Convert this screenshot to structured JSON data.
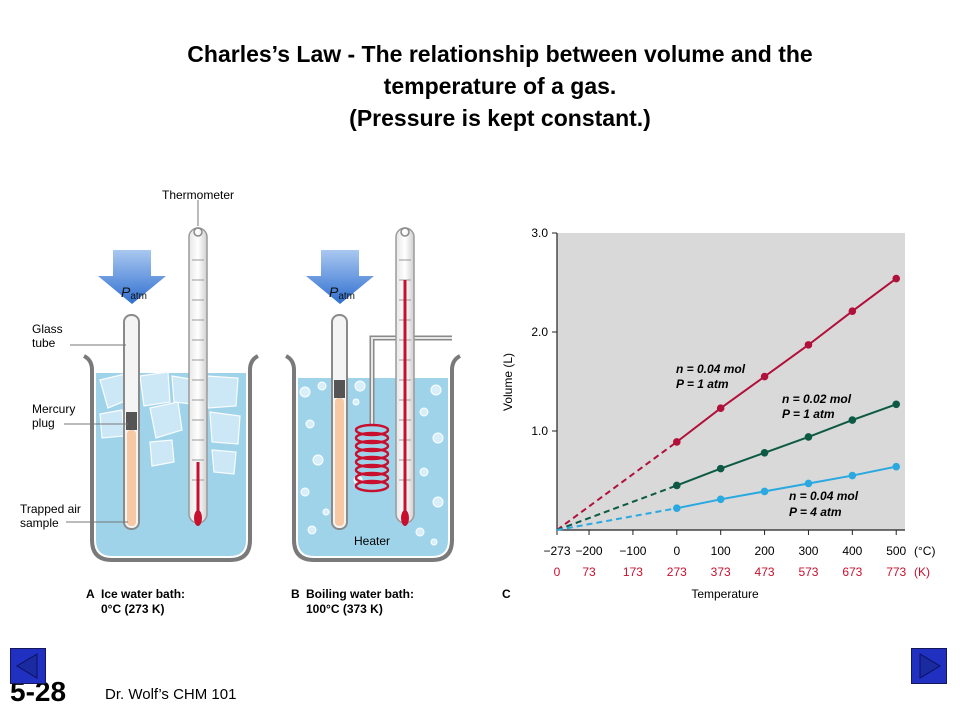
{
  "title": {
    "line1": "Charles’s Law - The relationship between volume and the",
    "line2": "temperature of a gas.",
    "line3": "(Pressure is kept constant.)"
  },
  "diagram": {
    "thermometer": "Thermometer",
    "patm": "P",
    "patm_sub": "atm",
    "glass_tube": [
      "Glass",
      "tube"
    ],
    "mercury_plug": [
      "Mercury",
      "plug"
    ],
    "trapped_air": [
      "Trapped air",
      "sample"
    ],
    "heater": "Heater",
    "caption_a_letter": "A",
    "caption_a": [
      "Ice water bath:",
      "0°C (273 K)"
    ],
    "caption_b_letter": "B",
    "caption_b": [
      "Boiling water bath:",
      "100°C (373 K)"
    ],
    "caption_c_letter": "C"
  },
  "chart_data": {
    "type": "line",
    "title": "",
    "xlabel": "Temperature",
    "ylabel": "Volume (L)",
    "x_ticks_celsius": [
      "−273",
      "−200",
      "−100",
      "0",
      "100",
      "200",
      "300",
      "400",
      "500"
    ],
    "x_ticks_kelvin": [
      "0",
      "73",
      "173",
      "273",
      "373",
      "473",
      "573",
      "673",
      "773"
    ],
    "x_unit_celsius": "(°C)",
    "x_unit_kelvin": "(K)",
    "y_ticks": [
      "1.0",
      "2.0",
      "3.0"
    ],
    "xlim": [
      -273,
      520
    ],
    "ylim": [
      0,
      3.0
    ],
    "x": [
      0,
      100,
      200,
      300,
      400,
      500
    ],
    "series": [
      {
        "name_n": "n = 0.04 mol",
        "name_p": "P = 1 atm",
        "color": "#b0103a",
        "values": [
          0.89,
          1.23,
          1.55,
          1.87,
          2.21,
          2.54
        ]
      },
      {
        "name_n": "n = 0.02 mol",
        "name_p": "P = 1 atm",
        "color": "#0d5a44",
        "values": [
          0.45,
          0.62,
          0.78,
          0.94,
          1.11,
          1.27
        ]
      },
      {
        "name_n": "n = 0.04 mol",
        "name_p": "P = 4 atm",
        "color": "#2aa8e0",
        "values": [
          0.22,
          0.31,
          0.39,
          0.47,
          0.55,
          0.64
        ]
      }
    ]
  },
  "footer": {
    "slide_number": "5-28",
    "course": "Dr. Wolf’s CHM 101"
  },
  "colors": {
    "water": "#9fd3ea",
    "arrow": "#3d7fd6",
    "plot_bg": "#d9d9d9",
    "kelvin": "#c8102e",
    "nav": "#2030c0"
  }
}
